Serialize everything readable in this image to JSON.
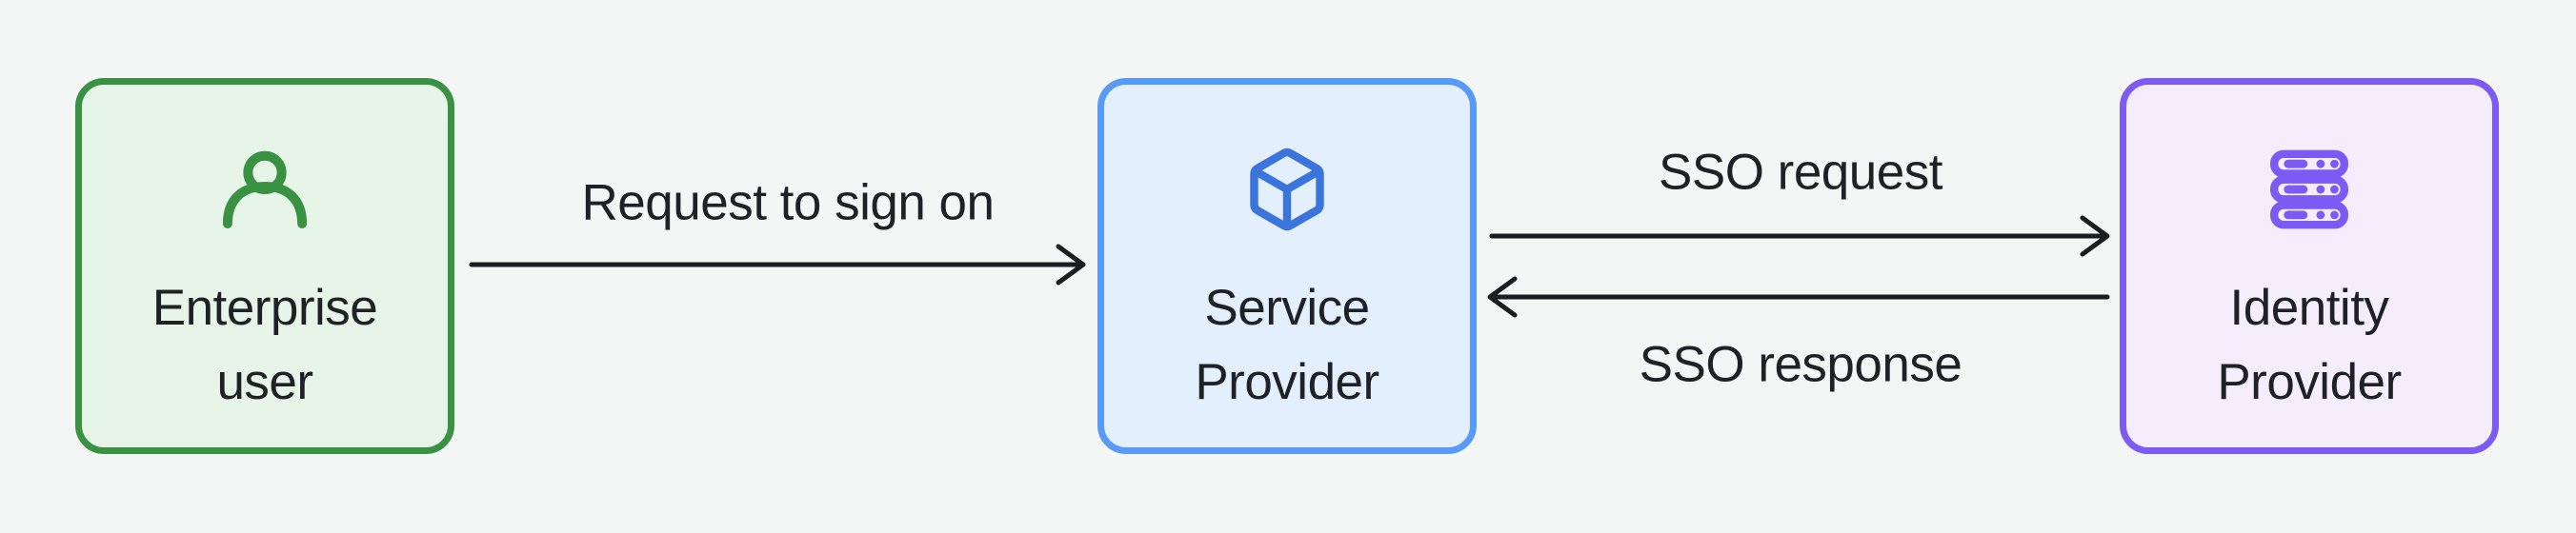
{
  "diagram_type": "sso-flow",
  "colors": {
    "background": "#f4f6f5",
    "text": "#1e2126",
    "arrow": "#1b1d20",
    "green_border": "#389242",
    "green_fill": "#e7f4e8",
    "blue_border": "#579af7",
    "blue_fill": "#e3effd",
    "blue_icon": "#3b74da",
    "purple_border": "#7d5af2",
    "purple_fill": "#f4edfc",
    "purple_icon": "#7b5bf4"
  },
  "nodes": [
    {
      "id": "enterprise-user",
      "label": "Enterprise user",
      "icon": "user-icon",
      "border": "#389242",
      "fill": "#e7f4e8"
    },
    {
      "id": "service-provider",
      "label": "Service Provider",
      "icon": "cube-icon",
      "border": "#579af7",
      "fill": "#e3effd"
    },
    {
      "id": "identity-provider",
      "label": "Identity Provider",
      "icon": "server-icon",
      "border": "#7d5af2",
      "fill": "#f4edfc"
    }
  ],
  "edges": [
    {
      "label": "Request to sign on",
      "from": "enterprise-user",
      "to": "service-provider",
      "direction": "right"
    },
    {
      "label": "SSO request",
      "from": "service-provider",
      "to": "identity-provider",
      "direction": "right"
    },
    {
      "label": "SSO response",
      "from": "identity-provider",
      "to": "service-provider",
      "direction": "left"
    }
  ]
}
